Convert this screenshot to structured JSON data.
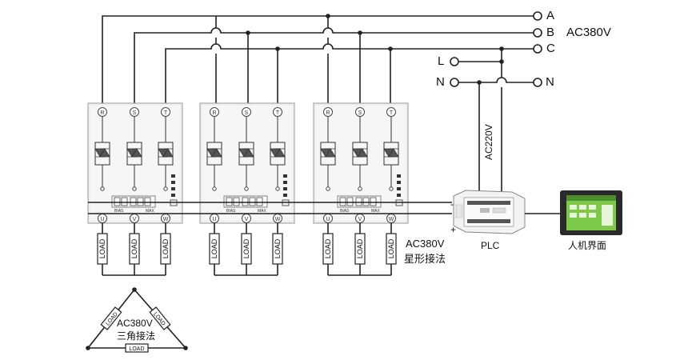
{
  "supply": {
    "phases": [
      "A",
      "B",
      "C"
    ],
    "voltage": "AC380V",
    "single_phase": [
      "L",
      "N"
    ],
    "neutral_out": "N"
  },
  "modules": [
    {
      "terminals_in": [
        "R",
        "S",
        "T"
      ],
      "terminals_out": [
        "U",
        "V",
        "W"
      ],
      "knob_labels": [
        "BIAS",
        "MAX"
      ]
    },
    {
      "terminals_in": [
        "R",
        "S",
        "T"
      ],
      "terminals_out": [
        "U",
        "V",
        "W"
      ],
      "knob_labels": [
        "BIAS",
        "MAX"
      ]
    },
    {
      "terminals_in": [
        "R",
        "S",
        "T"
      ],
      "terminals_out": [
        "U",
        "V",
        "W"
      ],
      "knob_labels": [
        "BIAS",
        "MAX"
      ]
    }
  ],
  "load_label": "LOAD",
  "plc": {
    "label": "PLC",
    "supply": "AC220V",
    "signal_minus": "-",
    "signal_plus": "+"
  },
  "hmi": {
    "label": "人机界面"
  },
  "star": {
    "voltage": "AC380V",
    "method": "星形接法"
  },
  "delta": {
    "voltage": "AC380V",
    "method": "三角接法"
  }
}
